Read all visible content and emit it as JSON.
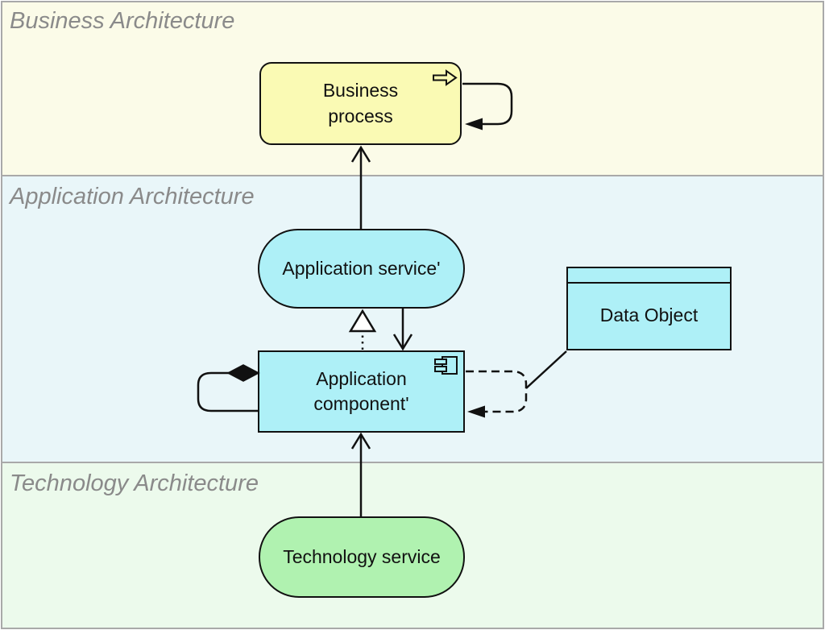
{
  "layers": {
    "business": {
      "label": "Business Architecture"
    },
    "application": {
      "label": "Application Architecture"
    },
    "technology": {
      "label": "Technology Architecture"
    }
  },
  "nodes": {
    "business_process": {
      "label": "Business process",
      "type": "business-process"
    },
    "application_service": {
      "label": "Application service'",
      "type": "application-service"
    },
    "application_component": {
      "label": "Application component'",
      "type": "application-component"
    },
    "data_object": {
      "label": "Data Object",
      "type": "data-object"
    },
    "technology_service": {
      "label": "Technology service",
      "type": "technology-service"
    }
  },
  "icons": {
    "business_process": "process-arrow-icon",
    "application_component": "component-icon"
  },
  "colors": {
    "business_fill": "#FAFAB4",
    "application_fill": "#AEF0F7",
    "technology_fill": "#B0F2B0",
    "business_layer_bg": "#FBFBE8",
    "application_layer_bg": "#E9F6F9",
    "technology_layer_bg": "#ECFAEC",
    "layer_border": "#A9A9A9",
    "element_border": "#111111",
    "layer_label_text": "#8A8A8A"
  }
}
